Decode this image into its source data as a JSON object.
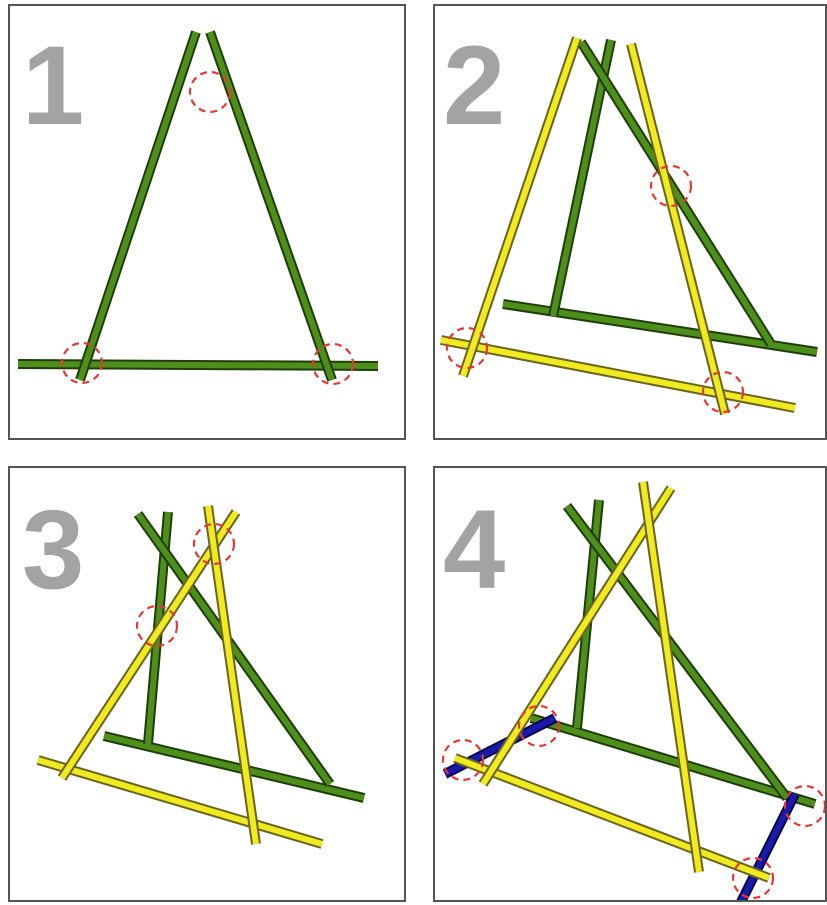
{
  "colors": {
    "green": "#4e8f1c",
    "green_edge": "#1f3d0a",
    "yellow": "#f0ea20",
    "yellow_edge": "#6b6420",
    "blue": "#1a1aa8",
    "blue_edge": "#050555",
    "marker": "#e53935",
    "number": "#a3a3a3"
  },
  "panels": [
    {
      "step": "1"
    },
    {
      "step": "2"
    },
    {
      "step": "3"
    },
    {
      "step": "4"
    }
  ]
}
